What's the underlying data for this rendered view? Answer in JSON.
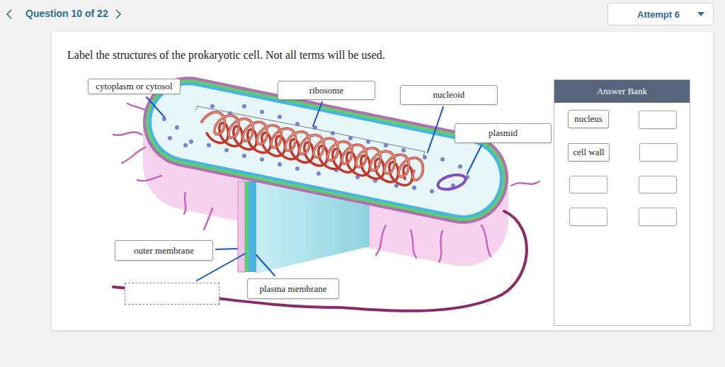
{
  "diagram": {
    "nodes": [
      {
        "text": [
          "Attempt 6"
        ]
      },
      {
        "text": [
          "cytoplasm or cytosol"
        ]
      },
      {
        "text": [
          "ribosome"
        ]
      },
      {
        "text": [
          "nucleoid"
        ]
      },
      {
        "text": [
          "Answer Bank"
        ]
      },
      {
        "text": [
          "nucleus"
        ],
        "in": 4
      },
      {
        "text": [
          "cell wall"
        ],
        "in": 4
      },
      {
        "text": [
          "plasmid"
        ]
      },
      {
        "text": [
          "outer membrane"
        ]
      },
      {
        "text": [
          "plasma membrane"
        ]
      }
    ],
    "labels": [
      "Question 10 of 22",
      "Label the structures of the prokaryotic cell. Not all terms will be used."
    ]
  }
}
